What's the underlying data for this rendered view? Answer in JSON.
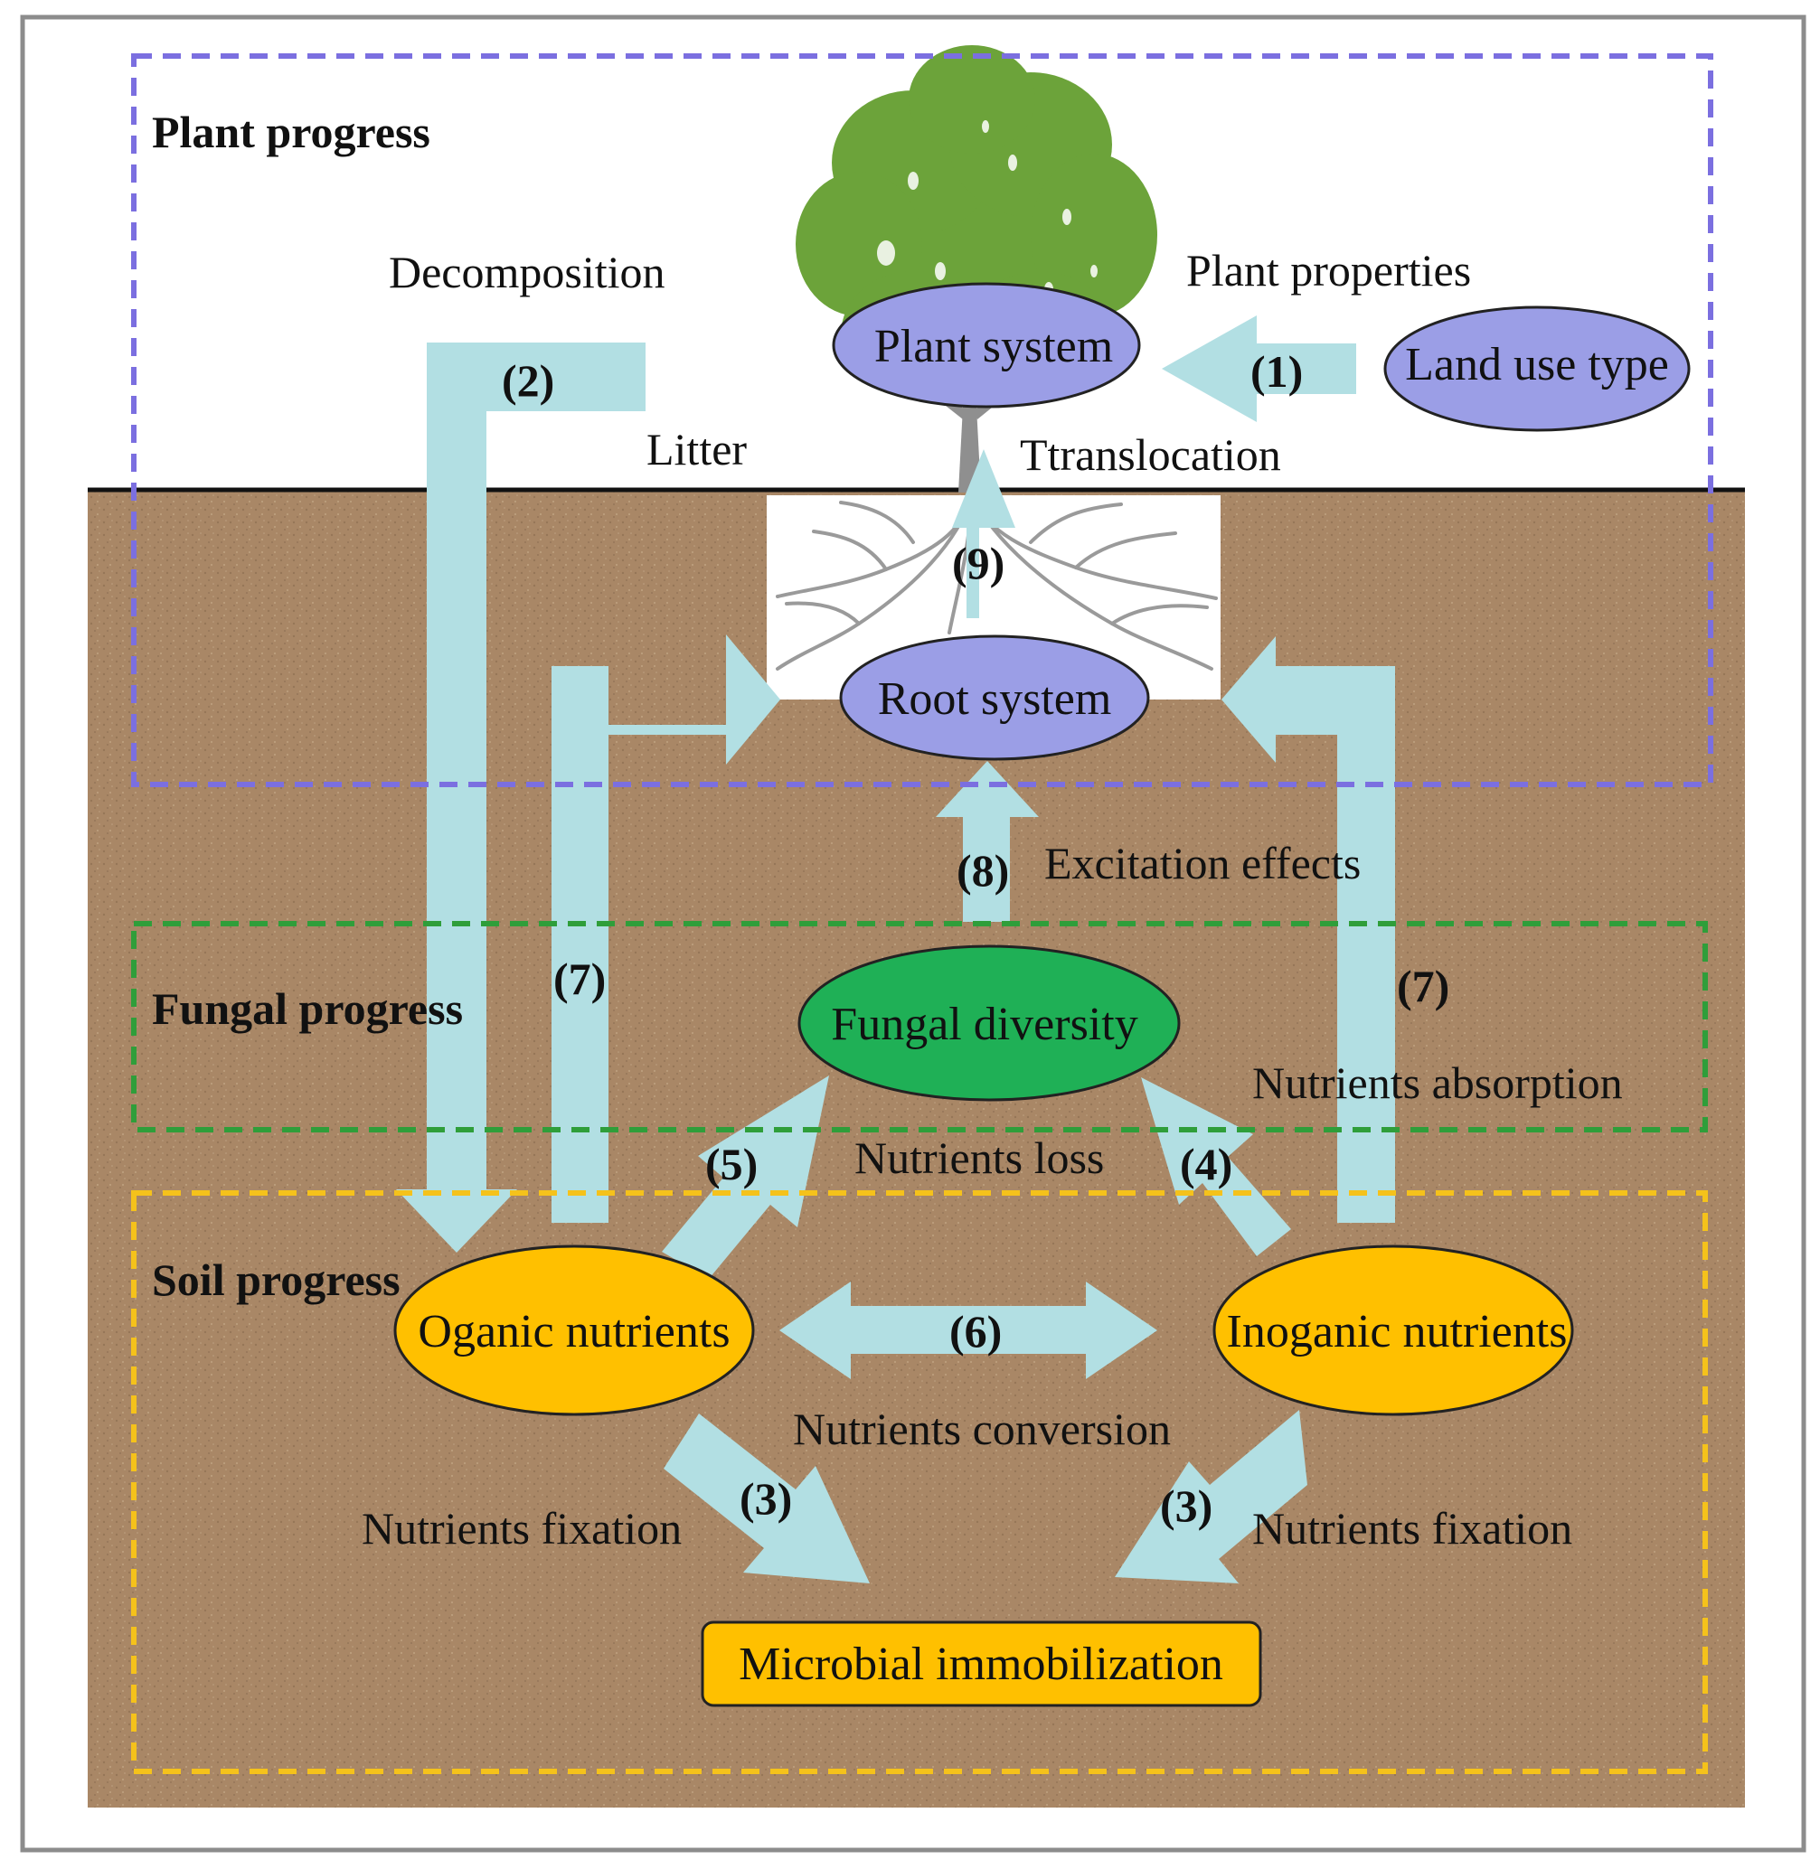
{
  "sections": {
    "plant": "Plant progress",
    "fungal": "Fungal progress",
    "soil": "Soil progress"
  },
  "nodes": {
    "plant_system": "Plant system",
    "land_use_type": "Land use type",
    "root_system": "Root system",
    "fungal_diversity": "Fungal diversity",
    "organic_nutrients": "Oganic nutrients",
    "inorganic_nutrients": "Inoganic nutrients",
    "microbial_immobilization": "Microbial immobilization"
  },
  "labels": {
    "decomposition": "Decomposition",
    "plant_properties": "Plant properties",
    "litter": "Litter",
    "translocation": "Ttranslocation",
    "excitation_effects": "Excitation effects",
    "nutrients_absorption": "Nutrients absorption",
    "nutrients_loss": "Nutrients loss",
    "nutrients_conversion": "Nutrients conversion",
    "nutrients_fixation_left": "Nutrients fixation",
    "nutrients_fixation_right": "Nutrients fixation"
  },
  "markers": {
    "m1": "(1)",
    "m2": "(2)",
    "m3_left": "(3)",
    "m3_right": "(3)",
    "m4": "(4)",
    "m5": "(5)",
    "m6": "(6)",
    "m7_left": "(7)",
    "m7_right": "(7)",
    "m8": "(8)",
    "m9": "(9)"
  },
  "colors": {
    "plant_node": "#9b9ee6",
    "fungal_node": "#1fb056",
    "soil_node": "#ffc000",
    "arrow": "#b2dfe3",
    "soil_background": "#a98766",
    "plant_box": "#7b6fe0",
    "fungal_box": "#2f9e3a",
    "soil_box": "#f5c21b",
    "tree_foliage": "#6ca33a"
  }
}
